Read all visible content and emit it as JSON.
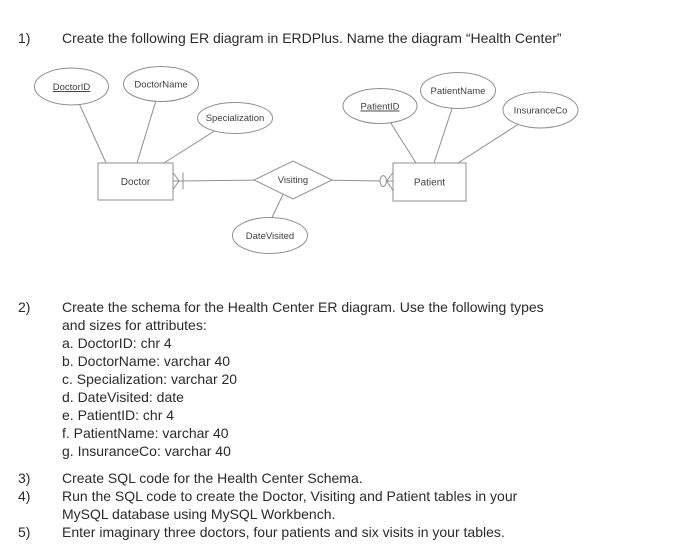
{
  "questions": {
    "q1": {
      "number": "1)",
      "text": "Create the following ER diagram in ERDPlus. Name the diagram “Health Center”"
    },
    "q2": {
      "number": "2)",
      "line1": "Create the schema for the Health Center ER diagram. Use the following types",
      "line2": "and sizes for attributes:",
      "attributes": [
        "a. DoctorID: chr 4",
        "b. DoctorName: varchar 40",
        "c. Specialization: varchar 20",
        "d. DateVisited: date",
        "e. PatientID: chr 4",
        "f. PatientName: varchar 40",
        "g. InsuranceCo: varchar 40"
      ]
    },
    "q3": {
      "number": "3)",
      "text": "Create SQL code for the Health Center Schema."
    },
    "q4": {
      "number": "4)",
      "line1": "Run the SQL code to create the Doctor, Visiting and Patient tables in your",
      "line2": "MySQL database using MySQL Workbench."
    },
    "q5": {
      "number": "5)",
      "text": "Enter imaginary three doctors, four patients and six visits in your tables."
    }
  },
  "diagram": {
    "entities": {
      "doctor": "Doctor",
      "patient": "Patient"
    },
    "relationship": "Visiting",
    "attributes": {
      "doctor_id": "DoctorID",
      "doctor_name": "DoctorName",
      "specialization": "Specialization",
      "date_visited": "DateVisited",
      "patient_id": "PatientID",
      "patient_name": "PatientName",
      "insurance_co": "InsuranceCo"
    },
    "primary_keys": [
      "DoctorID",
      "PatientID"
    ],
    "notation": {
      "doctor_end": "crows-foot-with-bar",
      "patient_end": "circle-with-crows-foot"
    },
    "stroke_color": "#8f8f8f",
    "label_color": "#3f3f3f"
  }
}
